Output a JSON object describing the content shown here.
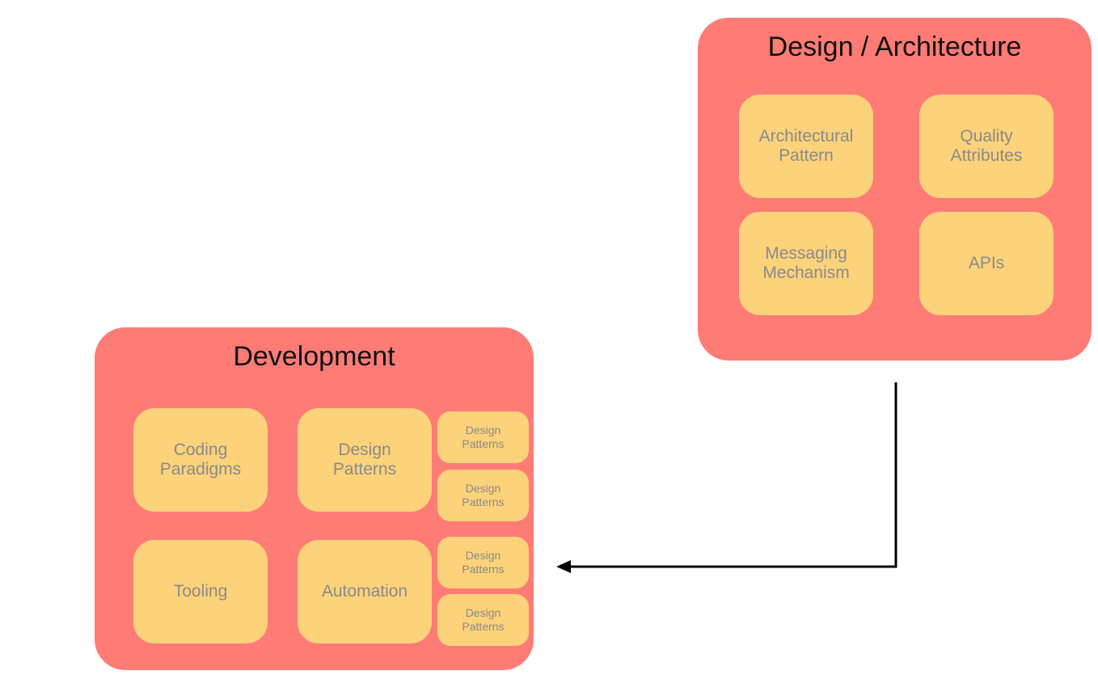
{
  "design_architecture": {
    "title": "Design / Architecture",
    "cards": [
      "Architectural\nPattern",
      "Quality\nAttributes",
      "Messaging\nMechanism",
      "APIs"
    ]
  },
  "development": {
    "title": "Development",
    "cards": [
      "Coding\nParadigms",
      "Design\nPatterns",
      "Tooling",
      "Automation"
    ],
    "small_cards": [
      "Design\nPatterns",
      "Design\nPatterns",
      "Design\nPatterns",
      "Design\nPatterns"
    ]
  },
  "colors": {
    "group_fill": "#ff7b76",
    "card_fill": "#fcd27a",
    "card_text": "#8a8a8a",
    "connector": "#000000"
  }
}
